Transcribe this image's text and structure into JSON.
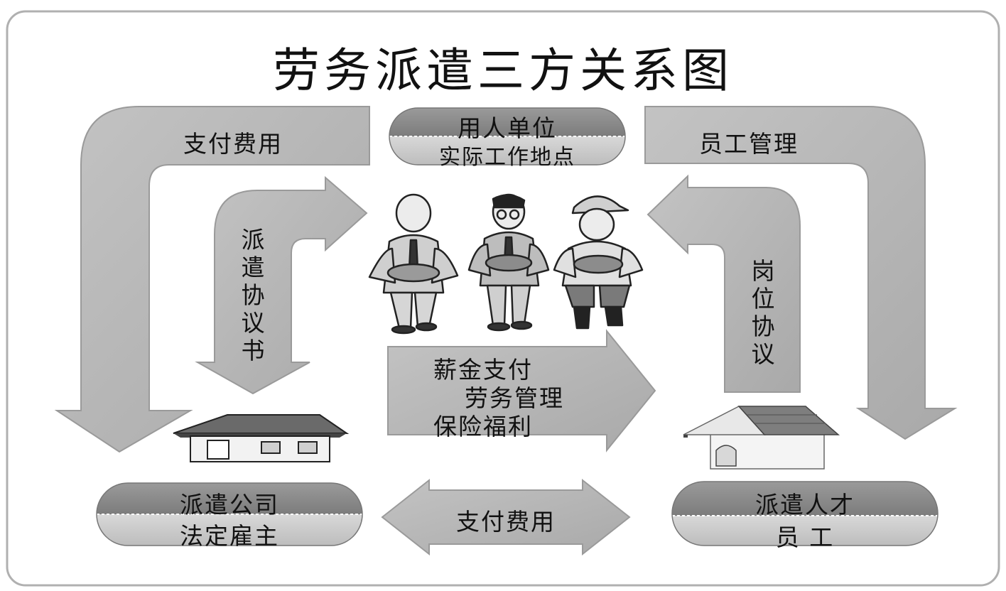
{
  "title": "劳务派遣三方关系图",
  "top_left_arrow_label": "支付费用",
  "top_right_arrow_label": "员工管理",
  "employer": {
    "name": "用人单位",
    "subtitle": "实际工作地点"
  },
  "dispatch_agreement_label": "派遣协议书",
  "position_agreement_label": "岗位协议",
  "center_arrow_lines": [
    "薪金支付",
    "劳务管理",
    "保险福利"
  ],
  "agency": {
    "name": "派遣公司",
    "subtitle": "法定雇主"
  },
  "worker": {
    "name": "派遣人才",
    "subtitle": "员 工"
  },
  "bottom_arrow_label": "支付费用",
  "colors": {
    "arrow_fill": "#b4b4b4",
    "pill_top": "#8a8a8a",
    "pill_bottom": "#cdcdcd",
    "frame": "#b0b0b0"
  }
}
